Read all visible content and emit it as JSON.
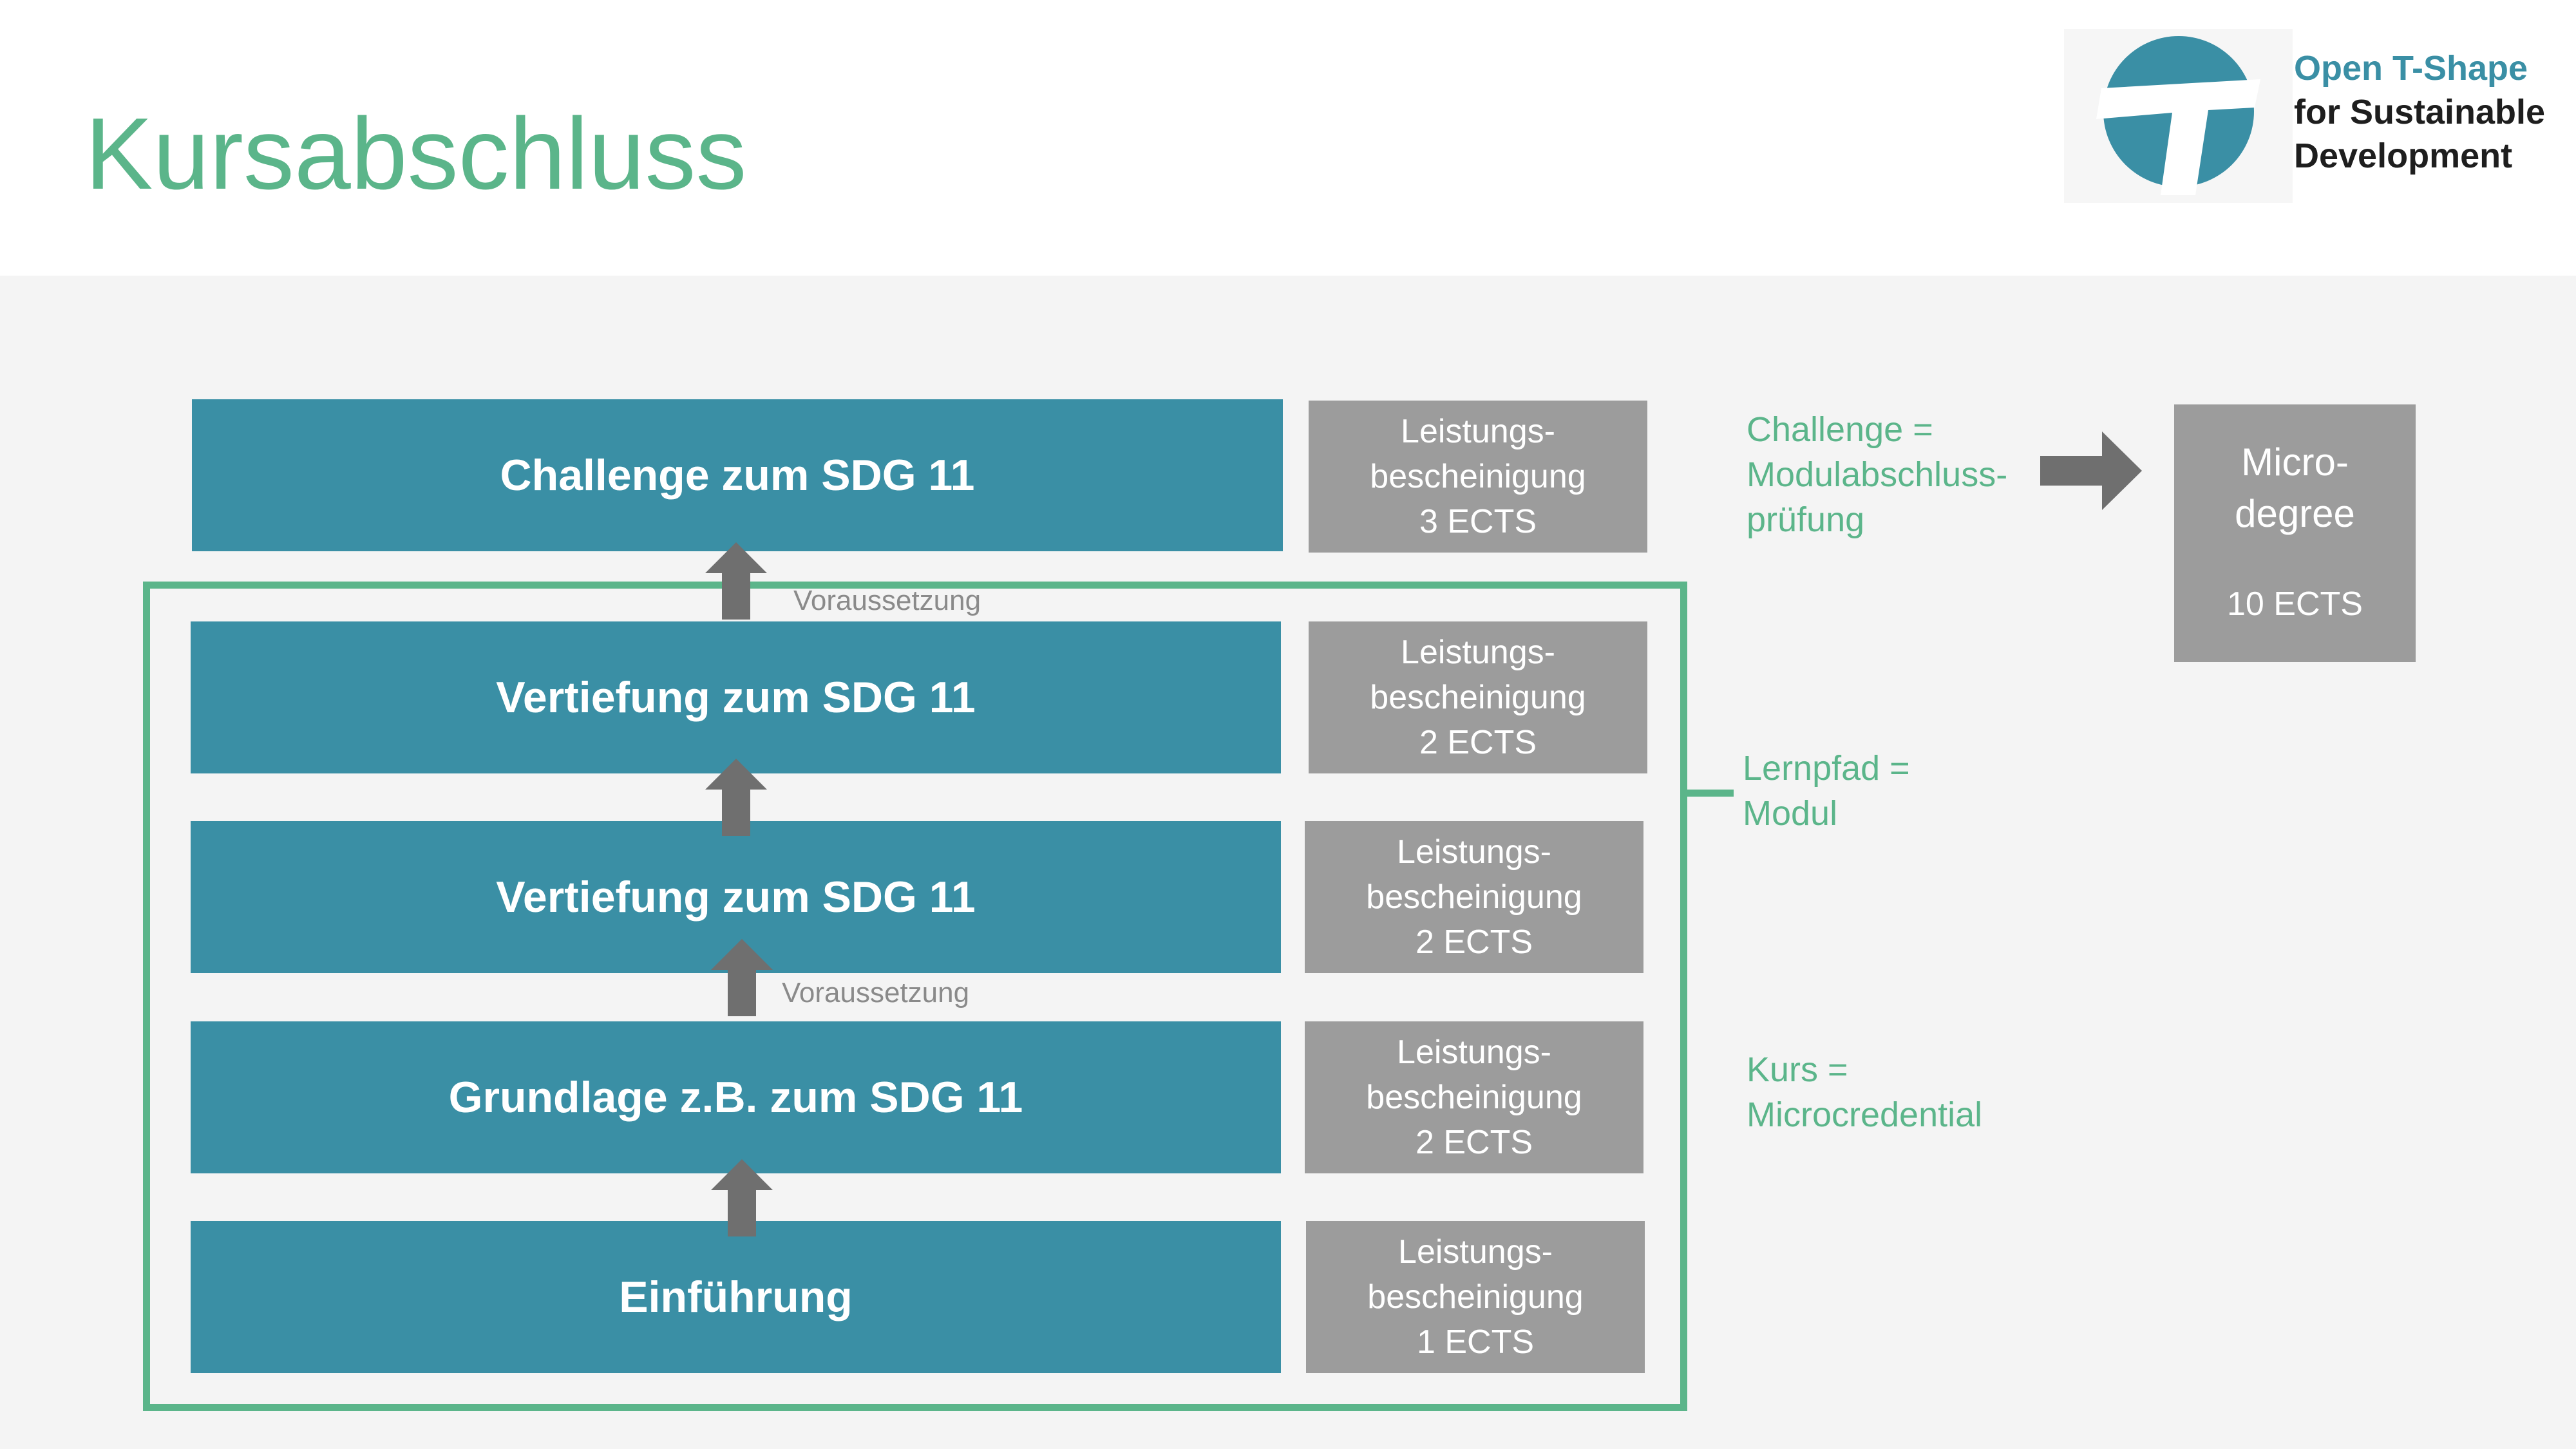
{
  "title": "Kursabschluss",
  "logo": {
    "line1": "Open T-Shape",
    "line2": "for Sustainable",
    "line3": "Development"
  },
  "stack": [
    {
      "label": "Challenge zum SDG 11",
      "cert": [
        "Leistungs-",
        "bescheinigung",
        "3 ECTS"
      ]
    },
    {
      "label": "Vertiefung zum SDG 11",
      "cert": [
        "Leistungs-",
        "bescheinigung",
        "2 ECTS"
      ]
    },
    {
      "label": "Vertiefung zum SDG 11",
      "cert": [
        "Leistungs-",
        "bescheinigung",
        "2 ECTS"
      ]
    },
    {
      "label": "Grundlage z.B. zum SDG 11",
      "cert": [
        "Leistungs-",
        "bescheinigung",
        "2 ECTS"
      ]
    },
    {
      "label": "Einführung",
      "cert": [
        "Leistungs-",
        "bescheinigung",
        "1 ECTS"
      ]
    }
  ],
  "prerequisite_label": "Voraussetzung",
  "notes": {
    "challenge": [
      "Challenge =",
      "Modulabschluss-",
      "prüfung"
    ],
    "lernpfad": [
      "Lernpfad =",
      "Modul"
    ],
    "kurs": [
      "Kurs =",
      "Microcredential"
    ]
  },
  "microdegree": {
    "line1": "Micro-",
    "line2": "degree",
    "ects": "10 ECTS"
  },
  "colors": {
    "teal": "#3a8fa5",
    "green": "#5bb58a",
    "gray": "#9c9c9c",
    "arrow": "#6f6f6f"
  }
}
